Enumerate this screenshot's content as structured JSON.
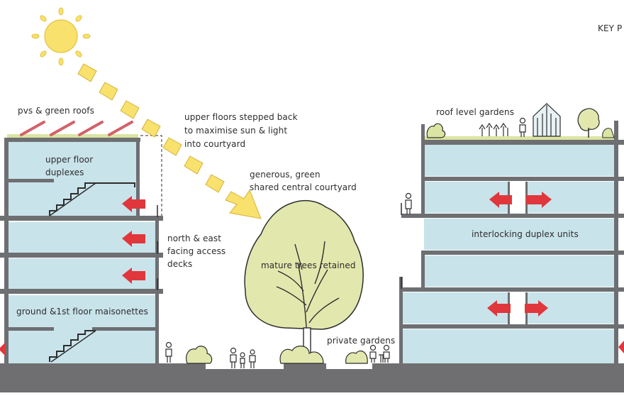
{
  "colors": {
    "glass": "#c9e3ea",
    "slab": "#6d6f72",
    "ground": "#6f6f71",
    "tree_fill": "#e2e8ad",
    "sun": "#f8e16c",
    "arrow_red": "#e0373c",
    "roof_green": "#dbe4a2",
    "pv_red": "#d2616a",
    "ink": "#2d2d2d"
  },
  "labels": {
    "key_plan": "KEY P",
    "pvs_green_roofs": "pvs & green roofs",
    "upper_floors_stepped": "upper floors stepped back\nto maximise sun & light\ninto courtyard",
    "roof_level_gardens": "roof level gardens",
    "upper_floor_duplexes": "upper floor\nduplexes",
    "generous_courtyard": "generous, green\nshared central courtyard",
    "north_east_decks": "north & east\nfacing access\ndecks",
    "interlocking_duplex": "interlocking duplex units",
    "mature_trees": "mature trees retained",
    "ground_maisonettes": "ground &1st floor maisonettes",
    "private_gardens": "private gardens"
  },
  "icons": {
    "sun": "sun-icon",
    "sun_path": "sun-ray-arrow-icon",
    "access_arrow": "access-arrow-icon",
    "greenhouse": "greenhouse-icon",
    "person": "person-icon",
    "tree": "tree-icon",
    "shrub": "shrub-icon",
    "solar_panel": "solar-panel-icon"
  }
}
